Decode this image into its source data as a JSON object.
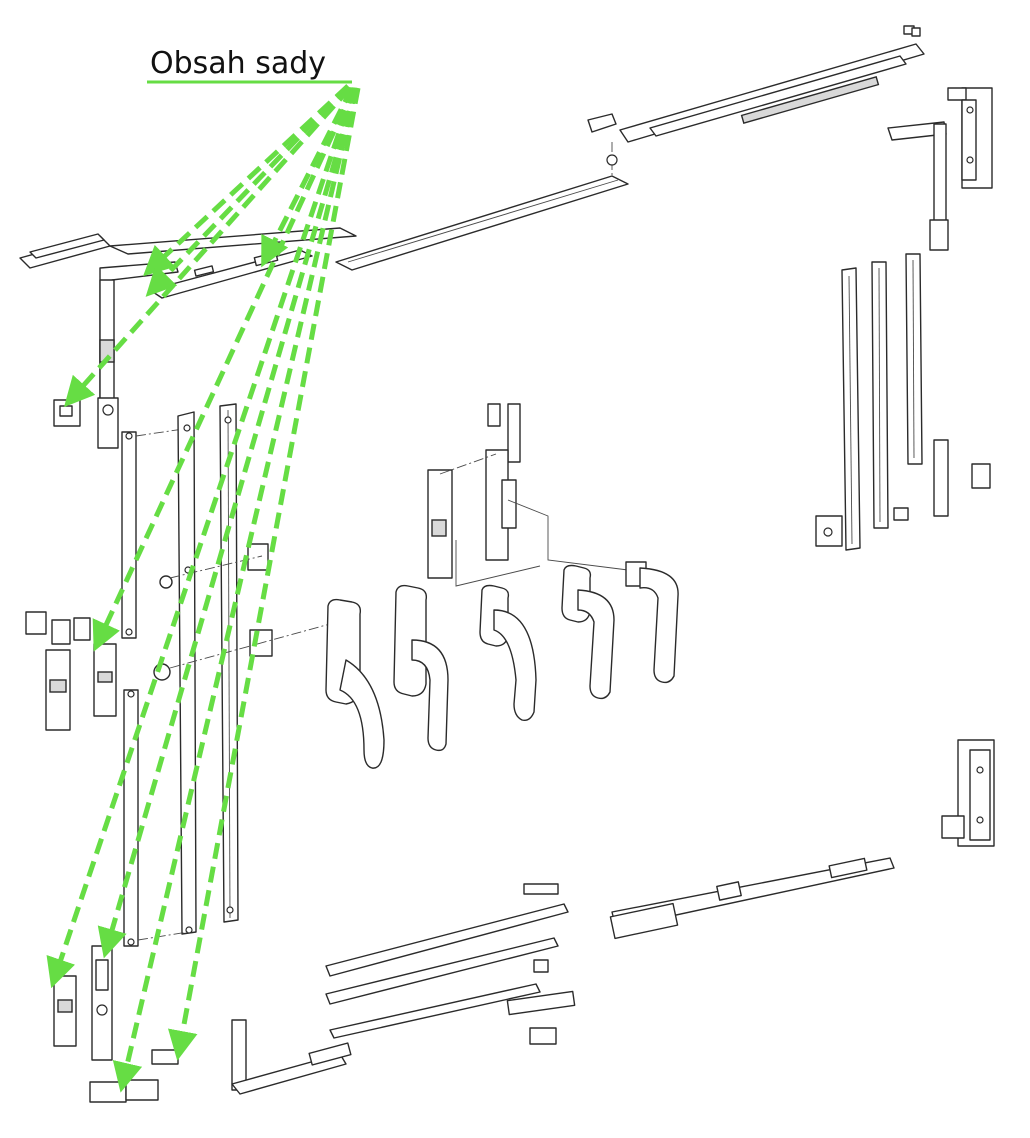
{
  "title": "Obsah sady",
  "colors": {
    "accent": "#66dd44",
    "line": "#2b2b2b"
  },
  "components": [
    {
      "id": "top-stay-arm"
    },
    {
      "id": "top-corner-drive"
    },
    {
      "id": "top-connecting-bar"
    },
    {
      "id": "top-right-scissor-stay"
    },
    {
      "id": "top-right-hinge"
    },
    {
      "id": "right-corner-drive"
    },
    {
      "id": "left-locking-bar-upper"
    },
    {
      "id": "left-long-bar"
    },
    {
      "id": "left-slotted-bar"
    },
    {
      "id": "left-locking-bar-lower"
    },
    {
      "id": "center-gearbox"
    },
    {
      "id": "handle-1"
    },
    {
      "id": "handle-2"
    },
    {
      "id": "handle-3"
    },
    {
      "id": "handle-4"
    },
    {
      "id": "handle-5"
    },
    {
      "id": "right-rail-1"
    },
    {
      "id": "right-rail-2"
    },
    {
      "id": "right-rail-3"
    },
    {
      "id": "bottom-right-hinge"
    },
    {
      "id": "bottom-stay"
    },
    {
      "id": "bottom-rail-1"
    },
    {
      "id": "bottom-rail-2"
    },
    {
      "id": "bottom-rail-3"
    },
    {
      "id": "bottom-corner-drive"
    },
    {
      "id": "bottom-left-keeper"
    },
    {
      "id": "bottom-left-lock-block"
    },
    {
      "id": "bottom-keeper-1"
    },
    {
      "id": "bottom-keeper-2"
    }
  ]
}
